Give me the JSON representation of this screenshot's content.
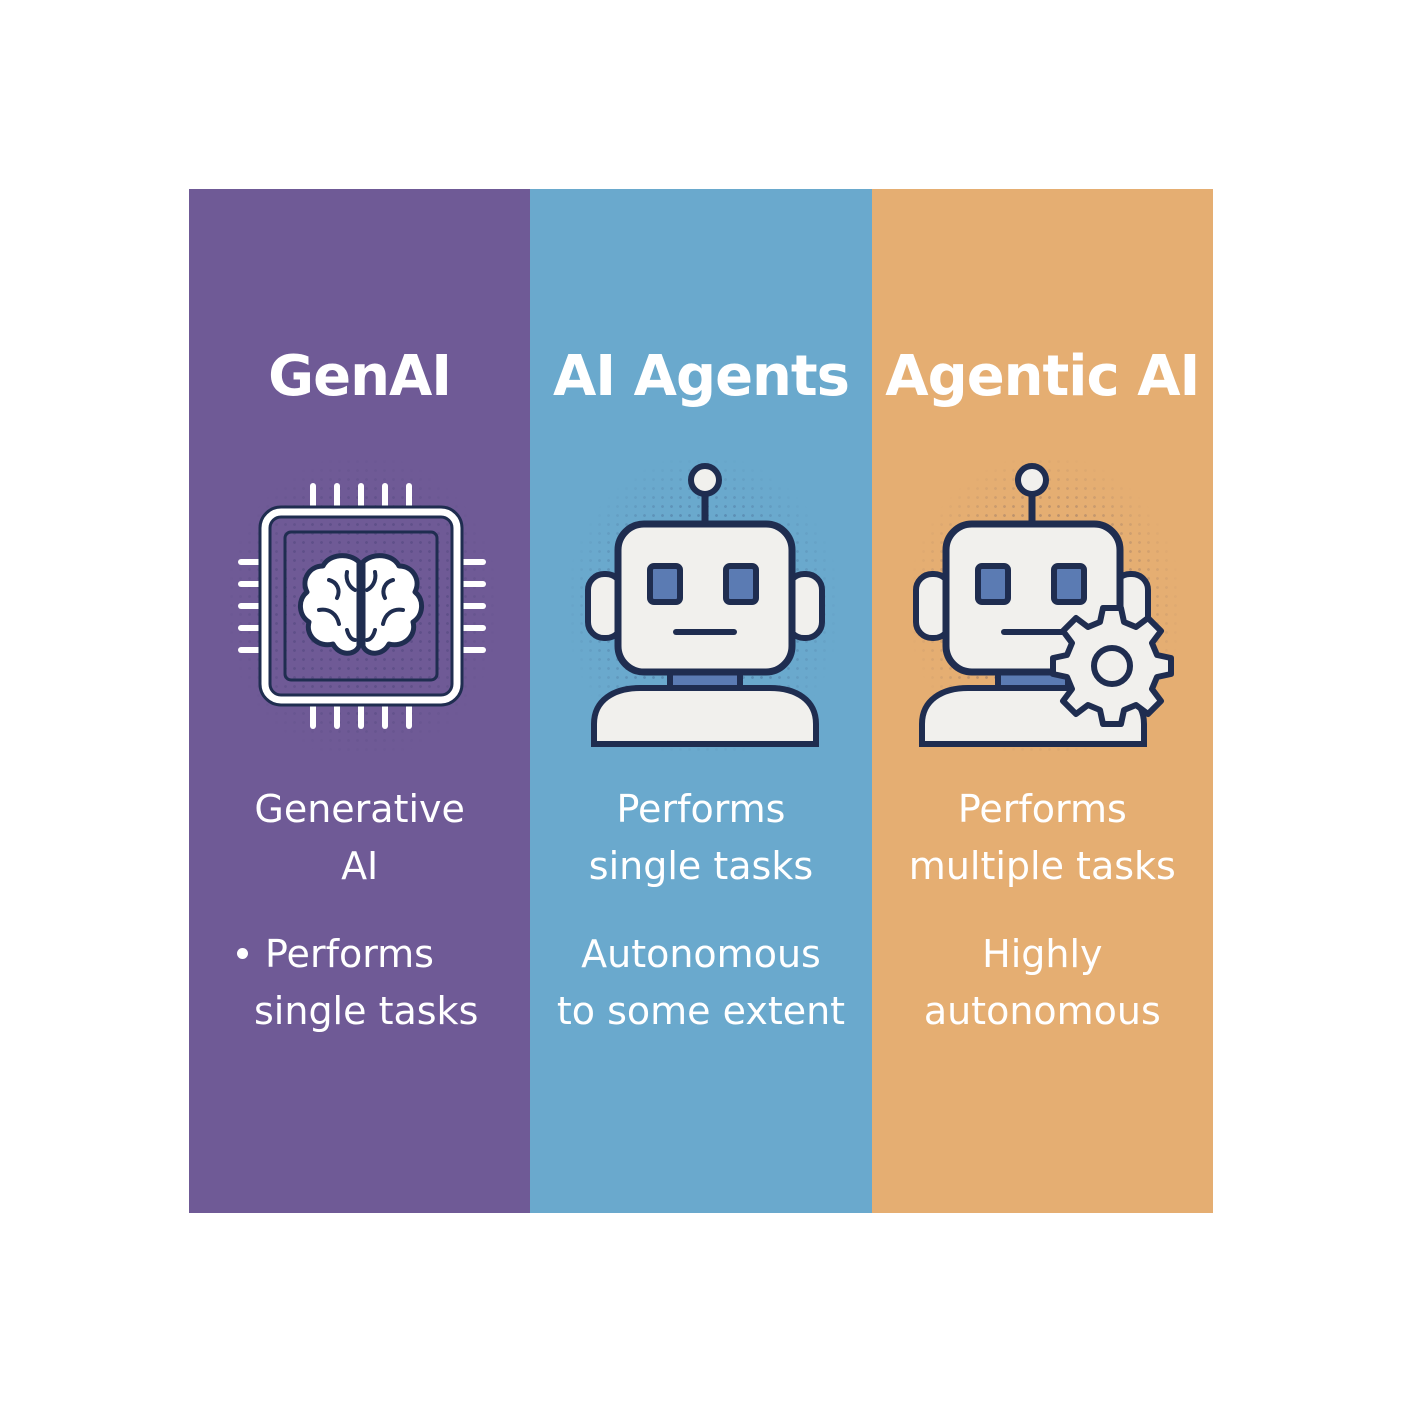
{
  "colors": {
    "genai": "#6f5a96",
    "agents": "#6aa9cd",
    "agentic": "#e5ae72",
    "outline": "#1f2d50",
    "robot_face": "#f1f0ed",
    "robot_accent": "#5b7bb3"
  },
  "columns": [
    {
      "title": "GenAI",
      "icon": "chip-brain-icon",
      "block1": [
        "Generative",
        "AI"
      ],
      "bullet": true,
      "block2": [
        "Performs",
        "single tasks"
      ]
    },
    {
      "title": "AI Agents",
      "icon": "robot-icon",
      "block1": [
        "Performs",
        "single tasks"
      ],
      "bullet": false,
      "block2": [
        "Autonomous",
        "to some extent"
      ]
    },
    {
      "title": "Agentic AI",
      "icon": "robot-gear-icon",
      "block1": [
        "Performs",
        "multiple tasks"
      ],
      "bullet": false,
      "block2": [
        "Highly",
        "autonomous"
      ]
    }
  ]
}
